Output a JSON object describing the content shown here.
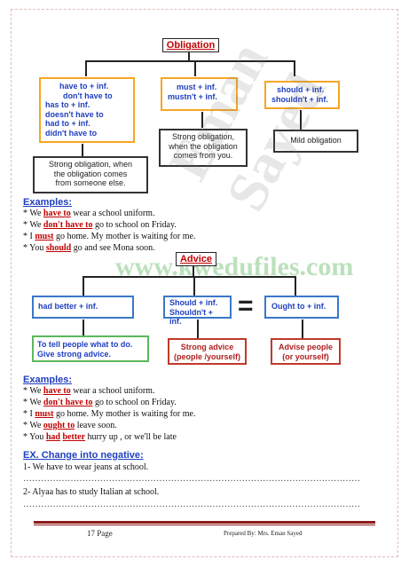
{
  "obligation": {
    "title": "Obligation",
    "box1_lines": [
      "have to + inf.",
      "don't have to",
      "has to + inf.",
      "doesn't have to",
      "had to + inf.",
      "didn't have to"
    ],
    "box2_lines": [
      "must + inf.",
      "mustn't + inf."
    ],
    "box3_lines": [
      "should + inf.",
      "shouldn't + inf."
    ],
    "desc1_lines": [
      "Strong obligation, when",
      "the obligation comes",
      "from someone else."
    ],
    "desc2_lines": [
      "Strong obligation,",
      "when the obligation",
      "comes from you."
    ],
    "desc3": "Mild obligation"
  },
  "examples1": {
    "heading": "Examples:",
    "items": [
      {
        "pre": "* We ",
        "kw": "have to",
        "post": " wear a school uniform."
      },
      {
        "pre": "* We ",
        "kw": "don't have to",
        "post": " go to school on Friday."
      },
      {
        "pre": "* I ",
        "kw": "must",
        "post": " go home. My mother is waiting for me."
      },
      {
        "pre": "* You ",
        "kw": "should",
        "post": " go and see Mona soon."
      }
    ]
  },
  "advice": {
    "title": "Advice",
    "box1": "had better + inf.",
    "box2_lines": [
      "Should + inf.",
      "Shouldn't + inf."
    ],
    "equals": "=",
    "box3": "Ought to + inf.",
    "desc1_lines": [
      "To tell people what to do.",
      "Give strong advice."
    ],
    "desc2_lines": [
      "Strong advice",
      "(people /yourself)"
    ],
    "desc3_lines": [
      "Advise people",
      "(or yourself)"
    ]
  },
  "examples2": {
    "heading": "Examples:",
    "items": [
      {
        "pre": "* We ",
        "kw": "have to",
        "post": " wear a school uniform.",
        "kw2": "",
        "post2": ""
      },
      {
        "pre": "* We ",
        "kw": "don't have to",
        "post": " go to school on Friday.",
        "kw2": "",
        "post2": ""
      },
      {
        "pre": "* I ",
        "kw": "must",
        "post": " go home. My mother is waiting for me.",
        "kw2": "",
        "post2": ""
      },
      {
        "pre": "* We ",
        "kw": "ought to",
        "post": " leave soon.",
        "kw2": "",
        "post2": ""
      },
      {
        "pre": "* You ",
        "kw": "had",
        "post": " ",
        "kw2": "better",
        "post2": " hurry up , or we'll be late"
      }
    ]
  },
  "exercise": {
    "heading": "EX. Change into negative:",
    "items": [
      "1- We have to wear jeans at school.",
      "2- Alyaa has to study Italian  at school."
    ],
    "dots": "……………………………………………………………………………………………………"
  },
  "footer": {
    "page": "17  Page",
    "prepared": "Prepared By: Mrs. Eman Sayed"
  },
  "watermark": {
    "url": "www.kwedufiles.com",
    "name": "Eman Sayed"
  },
  "colors": {
    "accent_red": "#c00000",
    "accent_blue": "#1f3fbf",
    "orange": "#f5a623",
    "green": "#5cb85c"
  }
}
